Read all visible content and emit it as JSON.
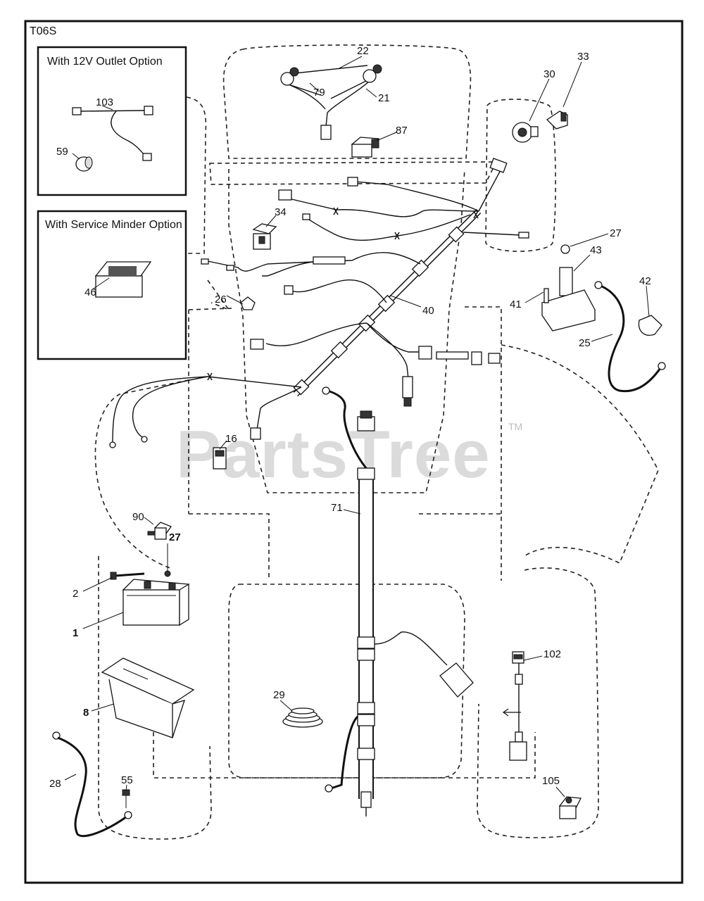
{
  "diagram_code": "T06S",
  "insets": {
    "outlet_option_title": "With 12V Outlet Option",
    "service_minder_title": "With Service Minder Option"
  },
  "watermark": {
    "text": "PartsTree",
    "trademark": "TM"
  },
  "callouts": {
    "p22": "22",
    "p79": "79",
    "p21": "21",
    "p87": "87",
    "p30": "30",
    "p33": "33",
    "p103": "103",
    "p59": "59",
    "p34": "34",
    "p27a": "27",
    "p43": "43",
    "p42": "42",
    "p41": "41",
    "p25": "25",
    "p46": "46",
    "p26": "26",
    "p40": "40",
    "p16": "16",
    "p71": "71",
    "p90": "90",
    "p27b": "27",
    "p2": "2",
    "p1": "1",
    "p8": "8",
    "p29": "29",
    "p102": "102",
    "p28": "28",
    "p55": "55",
    "p105": "105"
  }
}
